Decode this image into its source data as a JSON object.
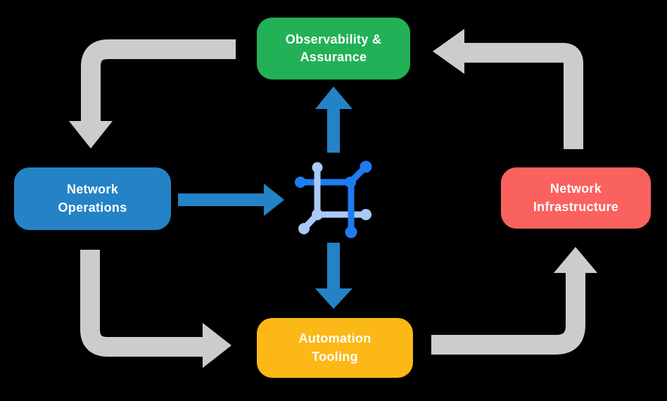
{
  "diagram": {
    "nodes": {
      "observability": {
        "label": "Observability &\nAssurance",
        "color": "#22B157"
      },
      "operations": {
        "label": "Network\nOperations",
        "color": "#2383C6"
      },
      "infrastructure": {
        "label": "Network\nInfrastructure",
        "color": "#FA625F"
      },
      "automation": {
        "label": "Automation\nTooling",
        "color": "#FCB817"
      }
    },
    "edges": [
      {
        "from": "observability",
        "to": "operations",
        "style": "cycle-gray"
      },
      {
        "from": "operations",
        "to": "automation",
        "style": "cycle-gray"
      },
      {
        "from": "automation",
        "to": "infrastructure",
        "style": "cycle-gray"
      },
      {
        "from": "infrastructure",
        "to": "observability",
        "style": "cycle-gray"
      },
      {
        "from": "operations",
        "to": "center-icon",
        "style": "flow-blue"
      },
      {
        "from": "center-icon",
        "to": "observability",
        "style": "flow-blue"
      },
      {
        "from": "center-icon",
        "to": "automation",
        "style": "flow-blue"
      }
    ],
    "center_icon": "network-mesh-icon",
    "colors": {
      "background": "#000000",
      "text": "#FFFFFF",
      "cycle_arrow": "#CCCCCC",
      "flow_arrow": "#2383C6",
      "icon_dark_blue": "#1E7BF0",
      "icon_light_blue": "#A9C9F8"
    }
  }
}
